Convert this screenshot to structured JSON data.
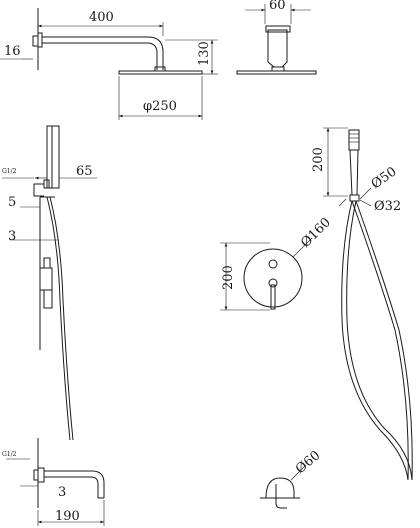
{
  "labels": {
    "arm_length": "400",
    "wall_offset": "16",
    "head_drop": "130",
    "head_diameter": "φ250",
    "top_width": "60",
    "thread_rail": "G1/2",
    "rail_depth": "65",
    "outlet_offset": "5",
    "valve_depth": "3",
    "handheld_height": "200",
    "holder_diameter_50": "Ø50",
    "holder_diameter_32": "Ø32",
    "plate_diameter": "Ø160",
    "plate_height": "200",
    "spout_diameter": "Ø60",
    "thread_spout": "G1/2",
    "spout_offset": "3",
    "spout_length": "190"
  }
}
